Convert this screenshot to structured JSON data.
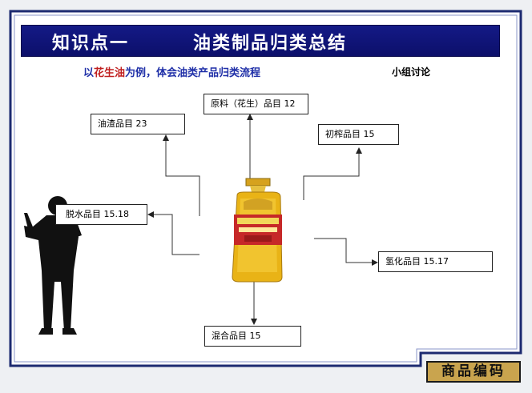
{
  "header": {
    "title_left": "知识点一",
    "title_right": "油类制品归类总结"
  },
  "subtitle": {
    "prefix": "以",
    "highlight": "花生油",
    "suffix": "为例，体会油类产品归类流程"
  },
  "discussion_label": "小组讨论",
  "boxes": {
    "raw": "原料（花生）品目 12",
    "extract": "油渣品目 23",
    "crude": "初榨品目 15",
    "dehydrate": "脱水品目 15.18",
    "hydrogenate": "氢化品目 15.17",
    "mixed": "混合品目 15"
  },
  "product_image": "peanut-oil-bottle",
  "seal_label": "商品编码",
  "colors": {
    "title_bg": "#10157a",
    "frame_border": "#1c2a70",
    "subtitle": "#2030a8",
    "highlight": "#c02020",
    "seal_bg": "#c9a44e"
  }
}
